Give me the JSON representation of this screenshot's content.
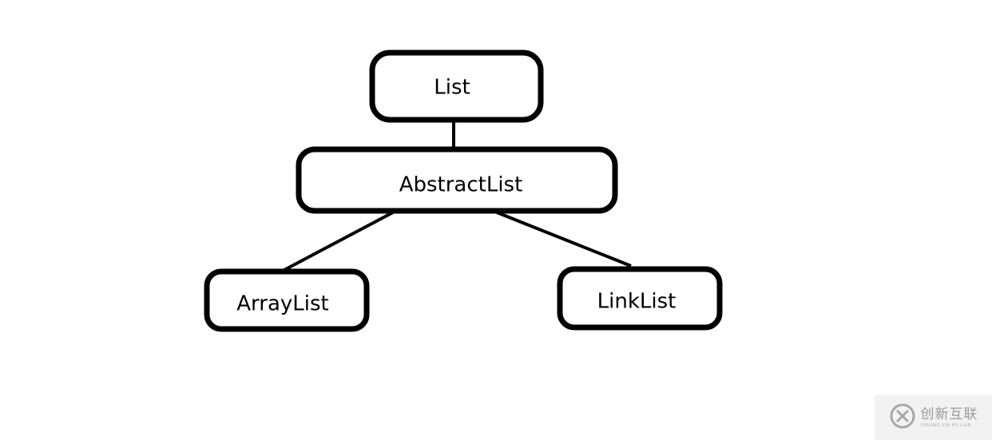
{
  "nodes": {
    "list": "List",
    "abstract_list": "AbstractList",
    "array_list": "ArrayList",
    "link_list": "LinkList"
  },
  "edges": [
    {
      "from": "list",
      "to": "abstract_list"
    },
    {
      "from": "abstract_list",
      "to": "array_list"
    },
    {
      "from": "abstract_list",
      "to": "link_list"
    }
  ],
  "watermark": {
    "text_cn": "创新互联",
    "text_en": "CHUANG XIN HU LIAN",
    "icon": "logo-icon"
  },
  "colors": {
    "stroke": "#000000",
    "background": "#ffffff",
    "watermark_bg": "#f2f2f2",
    "watermark_text": "#9a9a9a"
  }
}
